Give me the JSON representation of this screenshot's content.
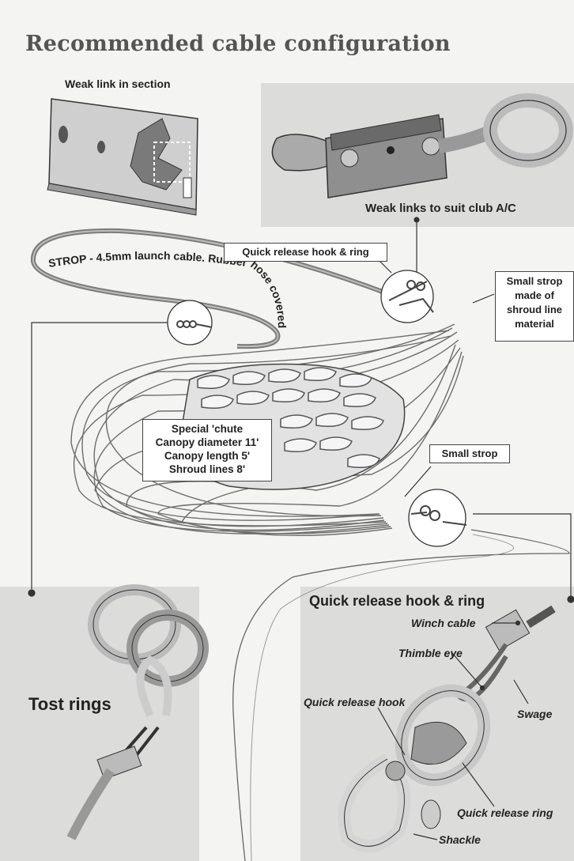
{
  "title": "Recommended cable configuration",
  "labels": {
    "weak_link_section": "Weak link in section",
    "weak_links_suit": "Weak links to suit club A/C",
    "quick_release_callout": "Quick release hook & ring",
    "strop_text": "STROP - 4.5mm launch cable. Rubber hose covered",
    "small_strop_shroud": [
      "Small strop",
      "made of",
      "shroud line",
      "material"
    ],
    "chute": [
      "Special 'chute",
      "Canopy diameter 11'",
      "Canopy length 5'",
      "Shroud lines 8'"
    ],
    "small_strop": "Small strop",
    "tost_rings": "Tost rings",
    "qr_panel_title": "Quick release hook & ring",
    "winch_cable": "Winch cable",
    "thimble_eye": "Thimble eye",
    "quick_release_hook": "Quick release hook",
    "swage": "Swage",
    "quick_release_ring": "Quick release ring",
    "shackle": "Shackle"
  }
}
